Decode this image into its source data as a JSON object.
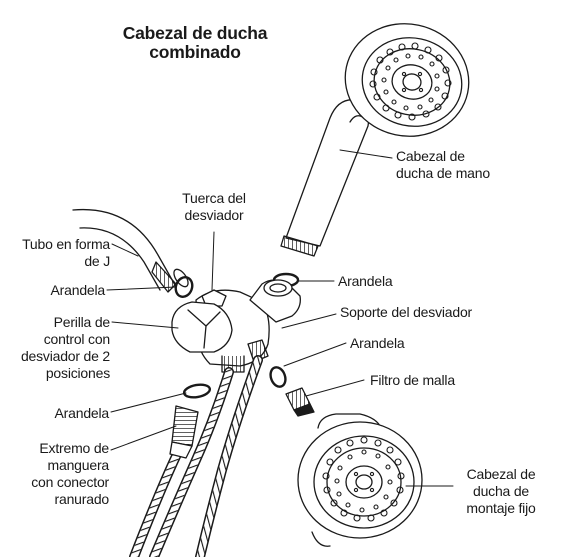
{
  "title": {
    "line1": "Cabezal de ducha",
    "line2": "combinado"
  },
  "labels": {
    "hand_shower": [
      "Cabezal de",
      "ducha de mano"
    ],
    "diverter_nut": [
      "Tuerca del",
      "desviador"
    ],
    "j_pipe": [
      "Tubo en forma",
      "de J"
    ],
    "washer_1": "Arandela",
    "washer_2": "Arandela",
    "washer_3": "Arandela",
    "washer_4": "Arandela",
    "diverter_support": "Soporte del desviador",
    "knob": [
      "Perilla de",
      "control con",
      "desviador de 2",
      "posiciones"
    ],
    "mesh_filter": "Filtro de malla",
    "hose_end": [
      "Extremo de",
      "manguera",
      "con conector",
      "ranurado"
    ],
    "fixed_shower": [
      "Cabezal de",
      "ducha de",
      "montaje fijo"
    ]
  },
  "colors": {
    "line": "#1a1a1a",
    "background": "#ffffff"
  }
}
